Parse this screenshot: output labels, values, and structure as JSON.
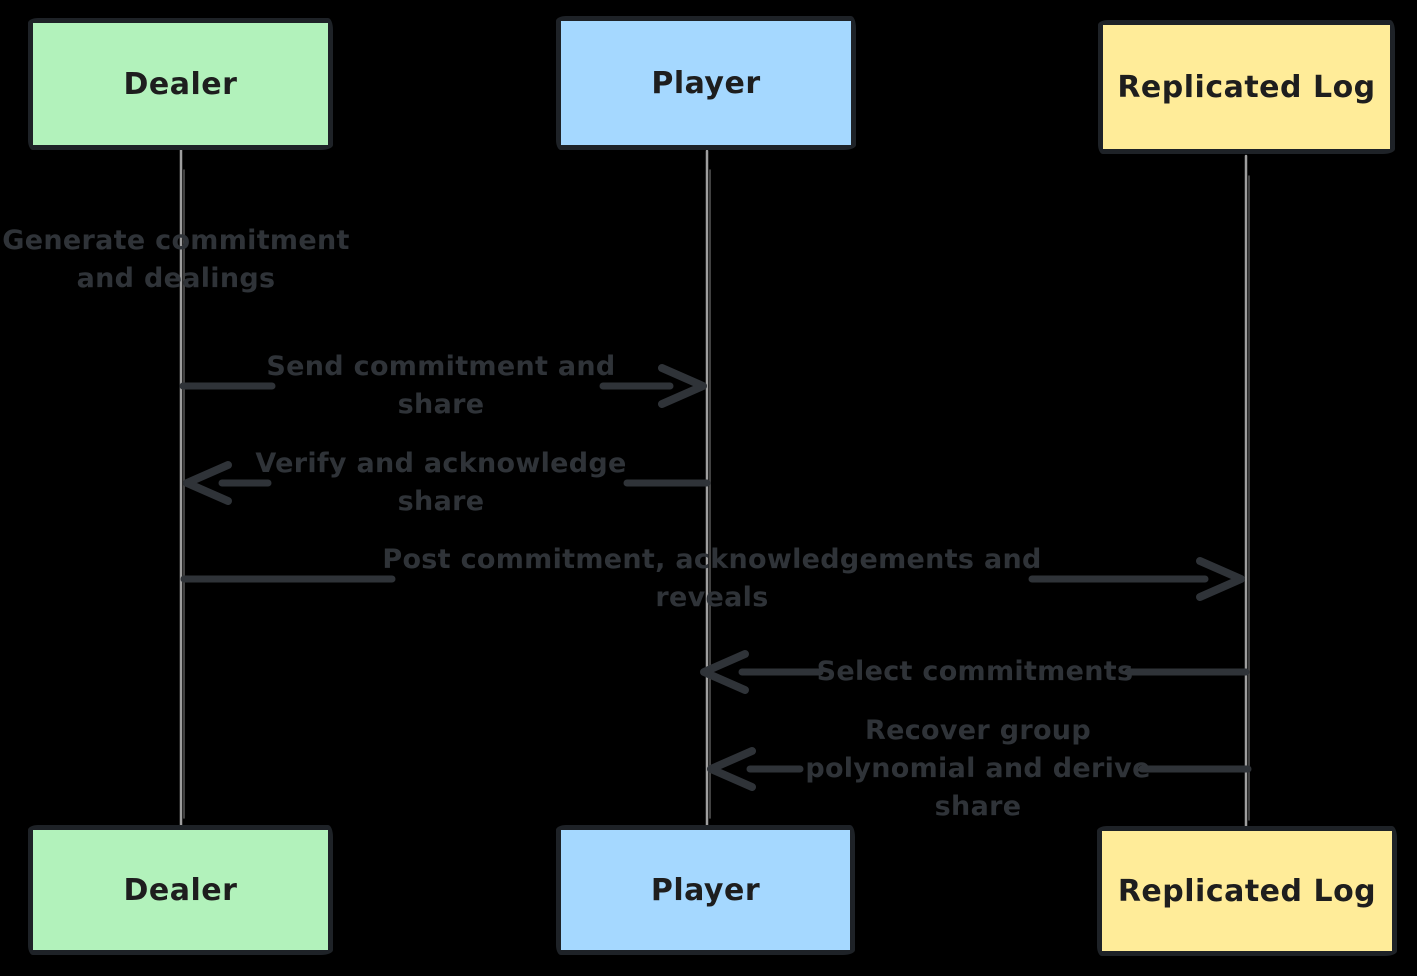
{
  "participants": [
    {
      "label": "Dealer",
      "fill": "#b2f2bb"
    },
    {
      "label": "Player",
      "fill": "#a5d8ff"
    },
    {
      "label": "Replicated Log",
      "fill": "#ffec99"
    }
  ],
  "events": [
    {
      "type": "note",
      "actor": "Dealer",
      "text": "Generate commitment\nand dealings"
    },
    {
      "type": "message",
      "from": "Dealer",
      "to": "Player",
      "text": "Send commitment and\nshare"
    },
    {
      "type": "message",
      "from": "Player",
      "to": "Dealer",
      "text": "Verify and acknowledge\nshare"
    },
    {
      "type": "message",
      "from": "Dealer",
      "to": "Replicated Log",
      "text": "Post commitment, acknowledgements and\nreveals"
    },
    {
      "type": "message",
      "from": "Replicated Log",
      "to": "Player",
      "text": "Select commitments"
    },
    {
      "type": "message",
      "from": "Replicated Log",
      "to": "Player",
      "text": "Recover group\npolynomial and derive\nshare"
    }
  ],
  "colors": {
    "background": "#000000",
    "participant_border": "#1e2227",
    "participant_text": "#1e1e1e",
    "message": "#2f3338",
    "lifeline": "#9e9e9e",
    "dealer_fill": "#b2f2bb",
    "player_fill": "#a5d8ff",
    "replicated_log_fill": "#ffec99"
  }
}
